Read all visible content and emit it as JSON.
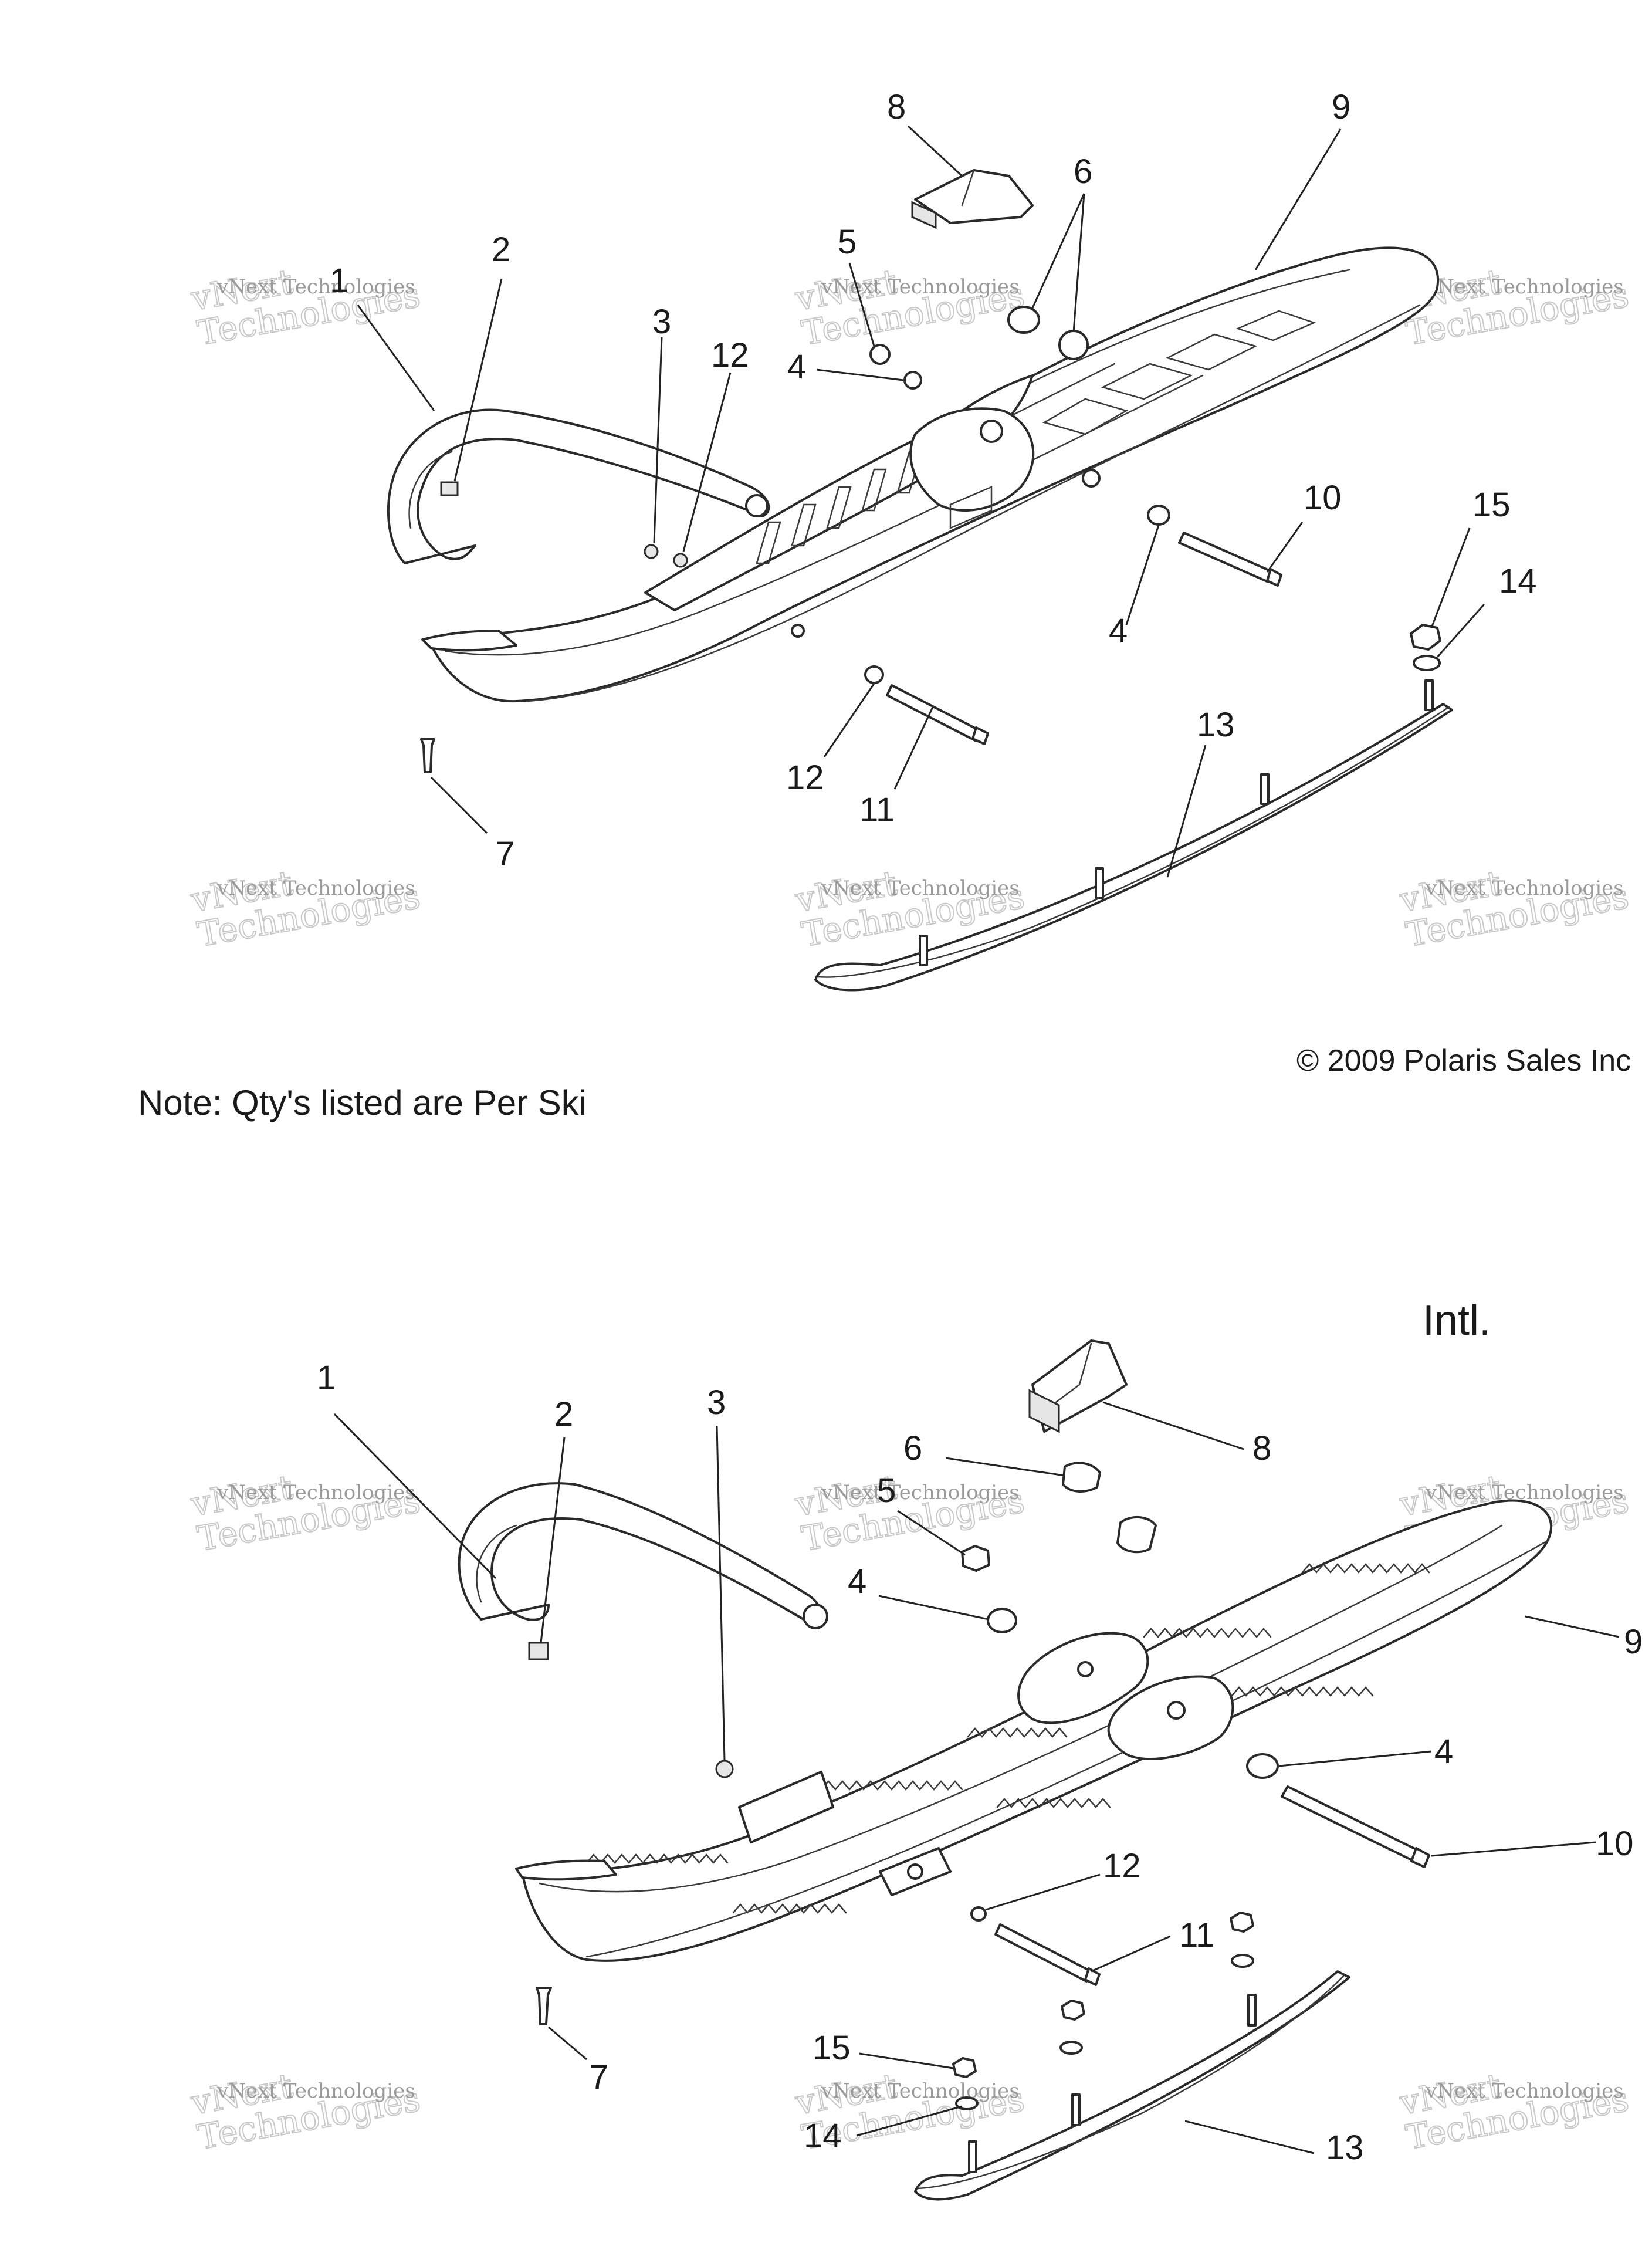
{
  "note": "Note: Qty's listed are Per Ski",
  "copyright": "© 2009 Polaris Sales Inc",
  "intl_label": "Intl.",
  "watermark": {
    "line1": "vNext Technologies",
    "line2": "vNext Technologies"
  },
  "diagram_top": {
    "callouts": [
      "1",
      "2",
      "3",
      "12",
      "5",
      "4",
      "6",
      "8",
      "9",
      "10",
      "15",
      "14",
      "4",
      "12",
      "11",
      "13",
      "7"
    ]
  },
  "diagram_bottom": {
    "callouts": [
      "1",
      "2",
      "3",
      "6",
      "8",
      "5",
      "4",
      "9",
      "4",
      "10",
      "12",
      "11",
      "15",
      "14",
      "13",
      "7"
    ]
  }
}
